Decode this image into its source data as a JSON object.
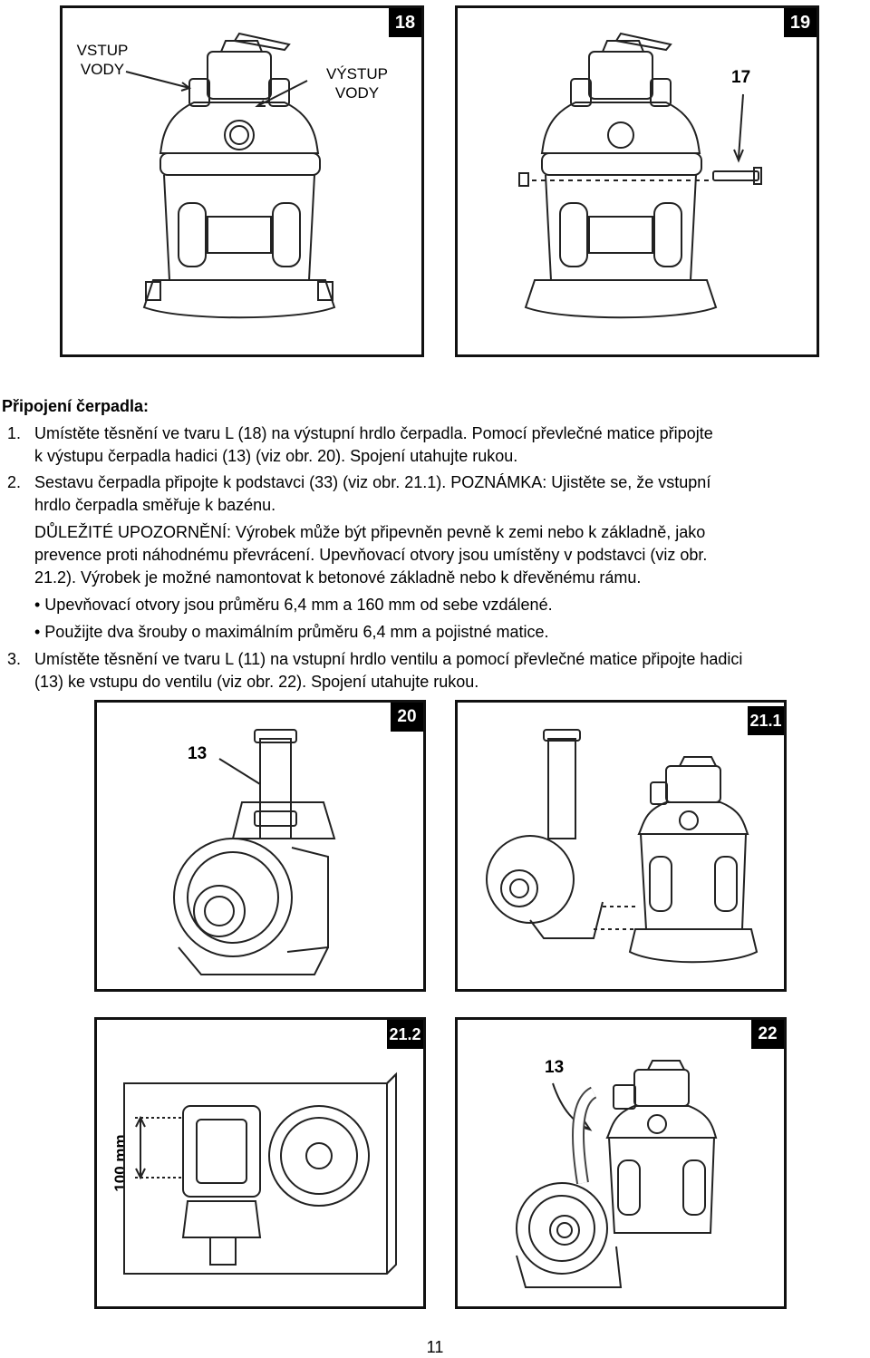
{
  "figures": {
    "fig18": {
      "badge": "18",
      "callout_inlet": [
        "VSTUP",
        "VODY"
      ],
      "callout_outlet": [
        "VÝSTUP",
        "VODY"
      ]
    },
    "fig19": {
      "badge": "19",
      "callout_part": "17"
    },
    "fig20": {
      "badge": "20",
      "callout_part": "13"
    },
    "fig21_1": {
      "badge": "21.1"
    },
    "fig21_2": {
      "badge": "21.2",
      "dimension": "100 mm"
    },
    "fig22": {
      "badge": "22",
      "callout_part": "13"
    }
  },
  "section": {
    "heading": "Připojení čerpadla:",
    "item1": {
      "num": "1.",
      "line1": "Umístěte těsnění ve tvaru L (18) na výstupní hrdlo čerpadla. Pomocí převlečné matice připojte",
      "line2": "k výstupu čerpadla hadici (13) (viz obr. 20). Spojení utahujte rukou."
    },
    "item2": {
      "num": "2.",
      "line1": "Sestavu čerpadla připojte k podstavci (33) (viz obr. 21.1). POZNÁMKA: Ujistěte se, že vstupní",
      "line2": "hrdlo čerpadla směřuje k bazénu."
    },
    "warning": {
      "line1": "DŮLEŽITÉ UPOZORNĚNÍ: Výrobek může být připevněn pevně k zemi nebo k základně, jako",
      "line2": "prevence proti náhodnému převrácení. Upevňovací otvory jsou umístěny v podstavci (viz obr.",
      "line3": "21.2). Výrobek je možné namontovat k betonové základně nebo k dřevěnému rámu.",
      "bullet1": "• Upevňovací otvory jsou průměru 6,4 mm a 160 mm od sebe vzdálené.",
      "bullet2": "• Použijte dva šrouby o maximálním průměru 6,4 mm a pojistné matice."
    },
    "item3": {
      "num": "3.",
      "line1": "Umístěte těsnění ve tvaru L (11) na vstupní hrdlo ventilu a pomocí převlečné matice připojte hadici",
      "line2": "(13) ke vstupu do ventilu (viz obr. 22). Spojení utahujte rukou."
    }
  },
  "page_number": "11"
}
